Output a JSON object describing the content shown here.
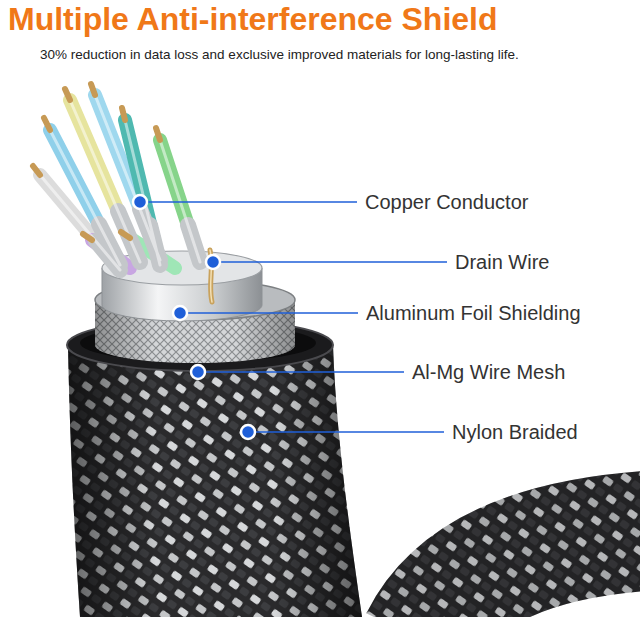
{
  "diagram": {
    "title": "Multiple Anti-interference Shield",
    "labels": [
      "30% reduction in data loss and exclusive improved materials for long-lasting life.",
      "Copper Conductor",
      "Drain Wire",
      "Aluminum Foil Shielding",
      "Al-Mg Wire Mesh",
      "Nylon Braided"
    ]
  }
}
